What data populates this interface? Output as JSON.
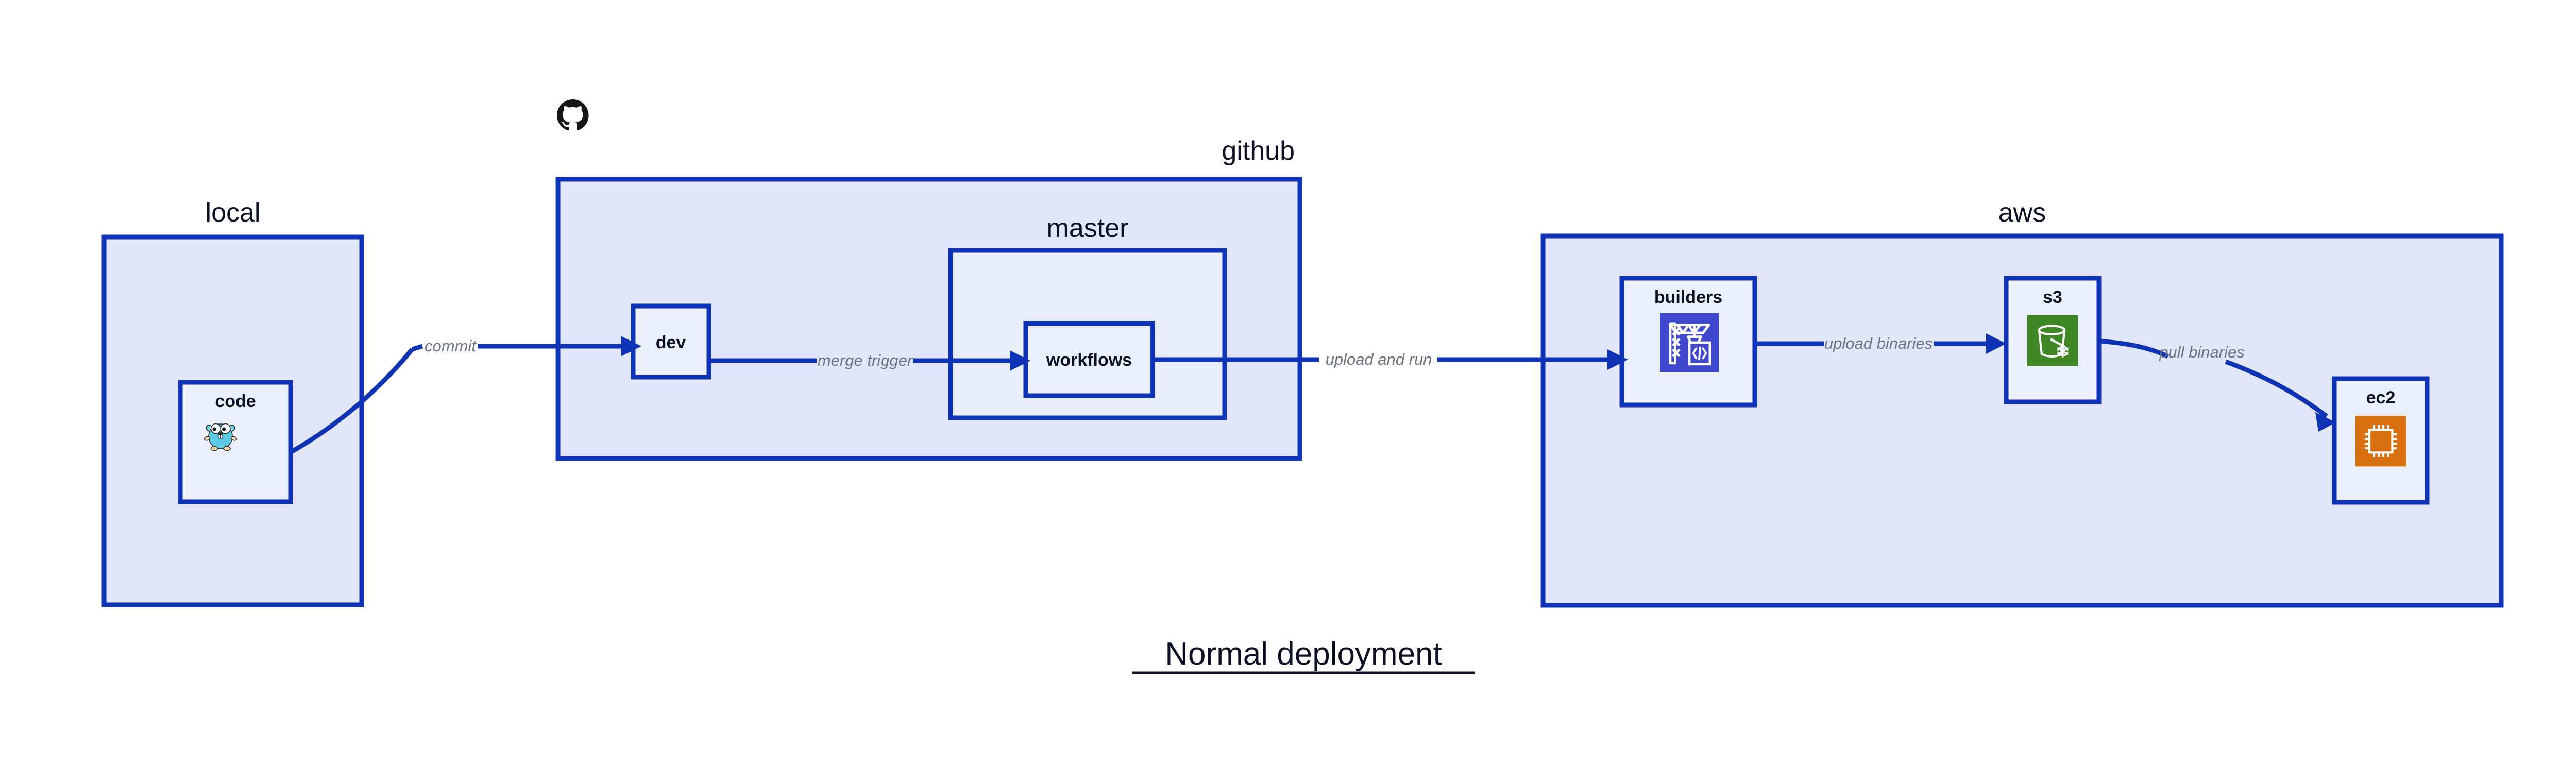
{
  "diagram": {
    "title": "Normal deployment",
    "groups": [
      {
        "id": "local",
        "label": "local"
      },
      {
        "id": "github",
        "label": "github"
      },
      {
        "id": "master",
        "label": "master"
      },
      {
        "id": "aws",
        "label": "aws"
      }
    ],
    "nodes": [
      {
        "id": "code",
        "label": "code",
        "icon": "golang-gopher-icon",
        "group": "local"
      },
      {
        "id": "dev",
        "label": "dev",
        "icon": "none",
        "group": "github"
      },
      {
        "id": "workflows",
        "label": "workflows",
        "icon": "none",
        "group": "master"
      },
      {
        "id": "builders",
        "label": "builders",
        "icon": "aws-codebuild-icon",
        "group": "aws"
      },
      {
        "id": "s3",
        "label": "s3",
        "icon": "aws-s3-glacier-icon",
        "group": "aws"
      },
      {
        "id": "ec2",
        "label": "ec2",
        "icon": "aws-ec2-icon",
        "group": "aws"
      }
    ],
    "edges": [
      {
        "id": "commit",
        "label": "commit",
        "from": "code",
        "to": "dev"
      },
      {
        "id": "merge-trigger",
        "label": "merge trigger",
        "from": "dev",
        "to": "workflows"
      },
      {
        "id": "upload-and-run",
        "label": "upload and run",
        "from": "workflows",
        "to": "builders"
      },
      {
        "id": "upload-binaries",
        "label": "upload binaries",
        "from": "builders",
        "to": "s3"
      },
      {
        "id": "pull-binaries",
        "label": "pull binaries",
        "from": "s3",
        "to": "ec2"
      }
    ],
    "logos": [
      {
        "id": "github-logo",
        "name": "github-octocat-icon"
      }
    ],
    "colors": {
      "group_fill": "#e2e6fa",
      "subgroup_fill": "#eaeefb",
      "leaf_fill": "#eceffc",
      "border": "#0f33b5",
      "edge": "#0f33b5",
      "edge_label": "#6b7280",
      "text": "#0d1025",
      "background": "#ffffff",
      "codebuild_icon": "#3f48cc",
      "s3_icon": "#3f8624",
      "ec2_icon": "#d9700f",
      "gopher_body": "#5dc9e2",
      "github_logo": "#171515"
    }
  }
}
